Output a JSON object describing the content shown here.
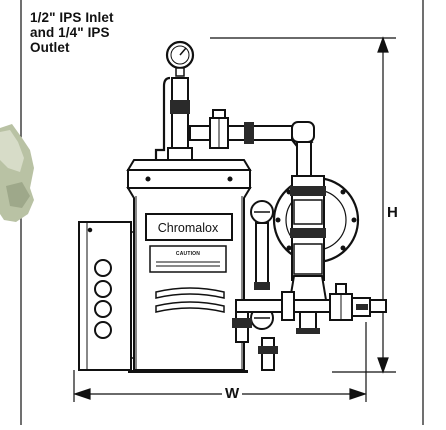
{
  "callout": {
    "line1": "1/2\" IPS Inlet",
    "line2": "and 1/4\" IPS",
    "line3": "Outlet"
  },
  "dimensions": {
    "width_label": "W",
    "height_label": "H"
  },
  "unit": {
    "brand_text": "Chromalox",
    "warning_text": "CAUTION"
  },
  "colors": {
    "line": "#111111",
    "background": "#ffffff",
    "fill_light": "#e6e6e6",
    "fill_dark": "#2a2a2a"
  }
}
